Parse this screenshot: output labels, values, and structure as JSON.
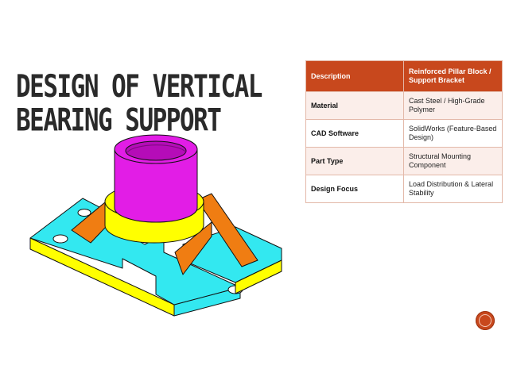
{
  "slide": {
    "title_lines": [
      "DESIGN OF VERTICAL",
      "BEARING SUPPORT"
    ]
  },
  "spec_table": {
    "rows": [
      {
        "label": "Description",
        "value": "Reinforced Pillar Block / Support Bracket"
      },
      {
        "label": "Material",
        "value": "Cast Steel / High-Grade Polymer"
      },
      {
        "label": "CAD Software",
        "value": "SolidWorks (Feature-Based Design)"
      },
      {
        "label": "Part Type",
        "value": "Structural Mounting Component"
      },
      {
        "label": "Design Focus",
        "value": "Load Distribution & Lateral Stability"
      }
    ]
  },
  "colors": {
    "accent": "#c8481d",
    "base": "#33e8f0",
    "sleeve": "#e21de6",
    "ring": "#ffff00",
    "rib": "#f07d12"
  },
  "nav": {
    "icon": "next-slide-button-icon"
  }
}
